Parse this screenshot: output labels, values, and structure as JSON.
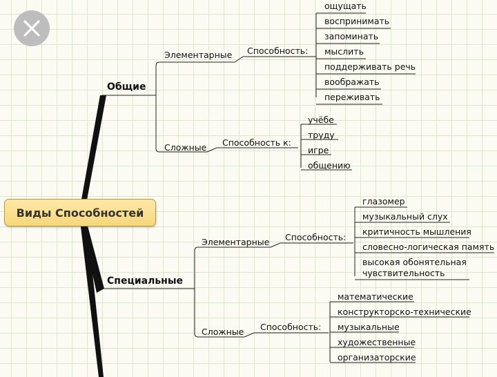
{
  "root": "Виды Способностей",
  "branches": {
    "general": {
      "label": "Общие",
      "elementary": {
        "label": "Элементарные",
        "connector": "Способность:",
        "items": [
          "ощущать",
          "воспринимать",
          "запоминать",
          "мыслить",
          "поддерживать речь",
          "воображать",
          "переживать"
        ]
      },
      "complex": {
        "label": "Сложные",
        "connector": "Способность к:",
        "items": [
          "учёбе",
          "труду",
          "игре",
          "общению"
        ]
      }
    },
    "special": {
      "label": "Специальные",
      "elementary": {
        "label": "Элементарные",
        "connector": "Способность:",
        "items": [
          "глазомер",
          "музыкальный слух",
          "критичность мышления",
          "словесно-логическая память",
          "высокая обонятельная",
          "чувствительность"
        ]
      },
      "complex": {
        "label": "Сложные",
        "connector": "Способность:",
        "items": [
          "математические",
          "конструкторско-технические",
          "музыкальные",
          "художественные",
          "организаторские"
        ]
      }
    }
  },
  "close_icon": "close-icon",
  "colors": {
    "root_fill": "#f7d77a",
    "root_border": "#b89a3c",
    "lines": "#222222"
  }
}
